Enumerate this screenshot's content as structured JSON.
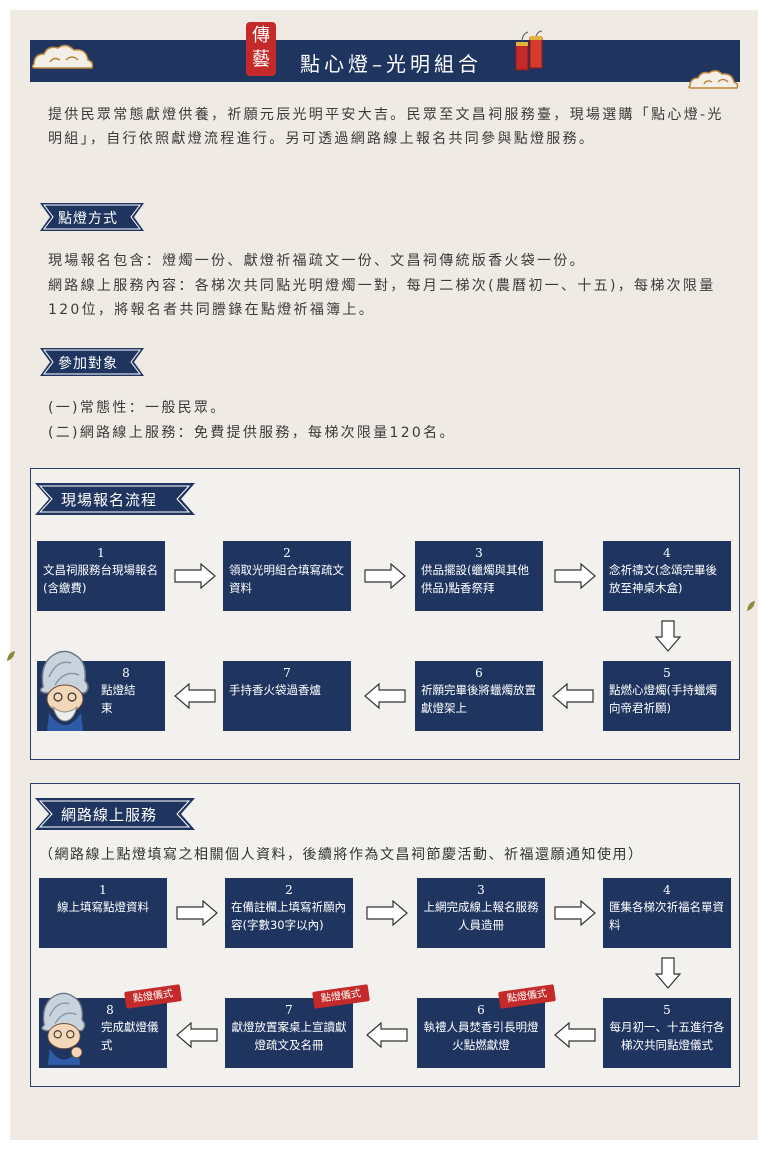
{
  "header": {
    "title": "點心燈–光明組合",
    "seal_text": "傳藝"
  },
  "intro": "提供民眾常態獻燈供養，祈願元辰光明平安大吉。民眾至文昌祠服務臺，現場選購「點心燈-光明組」，自行依照獻燈流程進行。另可透過網路線上報名共同參與點燈服務。",
  "method": {
    "label": "點燈方式",
    "line1": "現場報名包含：燈燭一份、獻燈祈福疏文一份、文昌祠傳統版香火袋一份。",
    "line2": "網路線上服務內容：各梯次共同點光明燈燭一對，每月二梯次(農曆初一、十五)，每梯次限量120位，將報名者共同謄錄在點燈祈福簿上。"
  },
  "audience": {
    "label": "參加對象",
    "line1": "(一)常態性：一般民眾。",
    "line2": "(二)網路線上服務：免費提供服務，每梯次限量120名。"
  },
  "onsite": {
    "label": "現場報名流程",
    "steps": [
      {
        "num": "1",
        "text": "文昌祠服務台現場報名(含繳費)"
      },
      {
        "num": "2",
        "text": "領取光明組合填寫疏文資料"
      },
      {
        "num": "3",
        "text": "供品擺設(蠟燭與其他供品)點香祭拜"
      },
      {
        "num": "4",
        "text": "念祈禱文(念頌完畢後放至神桌木盒)"
      },
      {
        "num": "5",
        "text": "點燃心燈燭(手持蠟燭向帝君祈願)"
      },
      {
        "num": "6",
        "text": "祈願完畢後將蠟燭放置獻燈架上"
      },
      {
        "num": "7",
        "text": "手持香火袋過香爐"
      },
      {
        "num": "8",
        "text": "點燈結束"
      }
    ]
  },
  "online": {
    "label": "網路線上服務",
    "note": "（網路線上點燈填寫之相關個人資料，後續將作為文昌祠節慶活動、祈福還願通知使用）",
    "stamp": "點燈儀式",
    "steps": [
      {
        "num": "1",
        "text": "線上填寫點燈資料"
      },
      {
        "num": "2",
        "text": "在備註欄上填寫祈願內容(字數30字以內)"
      },
      {
        "num": "3",
        "text": "上網完成線上報名服務人員造冊"
      },
      {
        "num": "4",
        "text": "匯集各梯次祈福名單資料"
      },
      {
        "num": "5",
        "text": "每月初一、十五進行各梯次共同點燈儀式"
      },
      {
        "num": "6",
        "text": "執禮人員焚香引長明燈火點燃獻燈"
      },
      {
        "num": "7",
        "text": "獻燈放置案桌上宣讀獻燈疏文及名冊"
      },
      {
        "num": "8",
        "text": "完成獻燈儀式"
      }
    ]
  },
  "colors": {
    "navy": "#1f3560",
    "red": "#c42a2a",
    "bg": "#efebe4"
  }
}
